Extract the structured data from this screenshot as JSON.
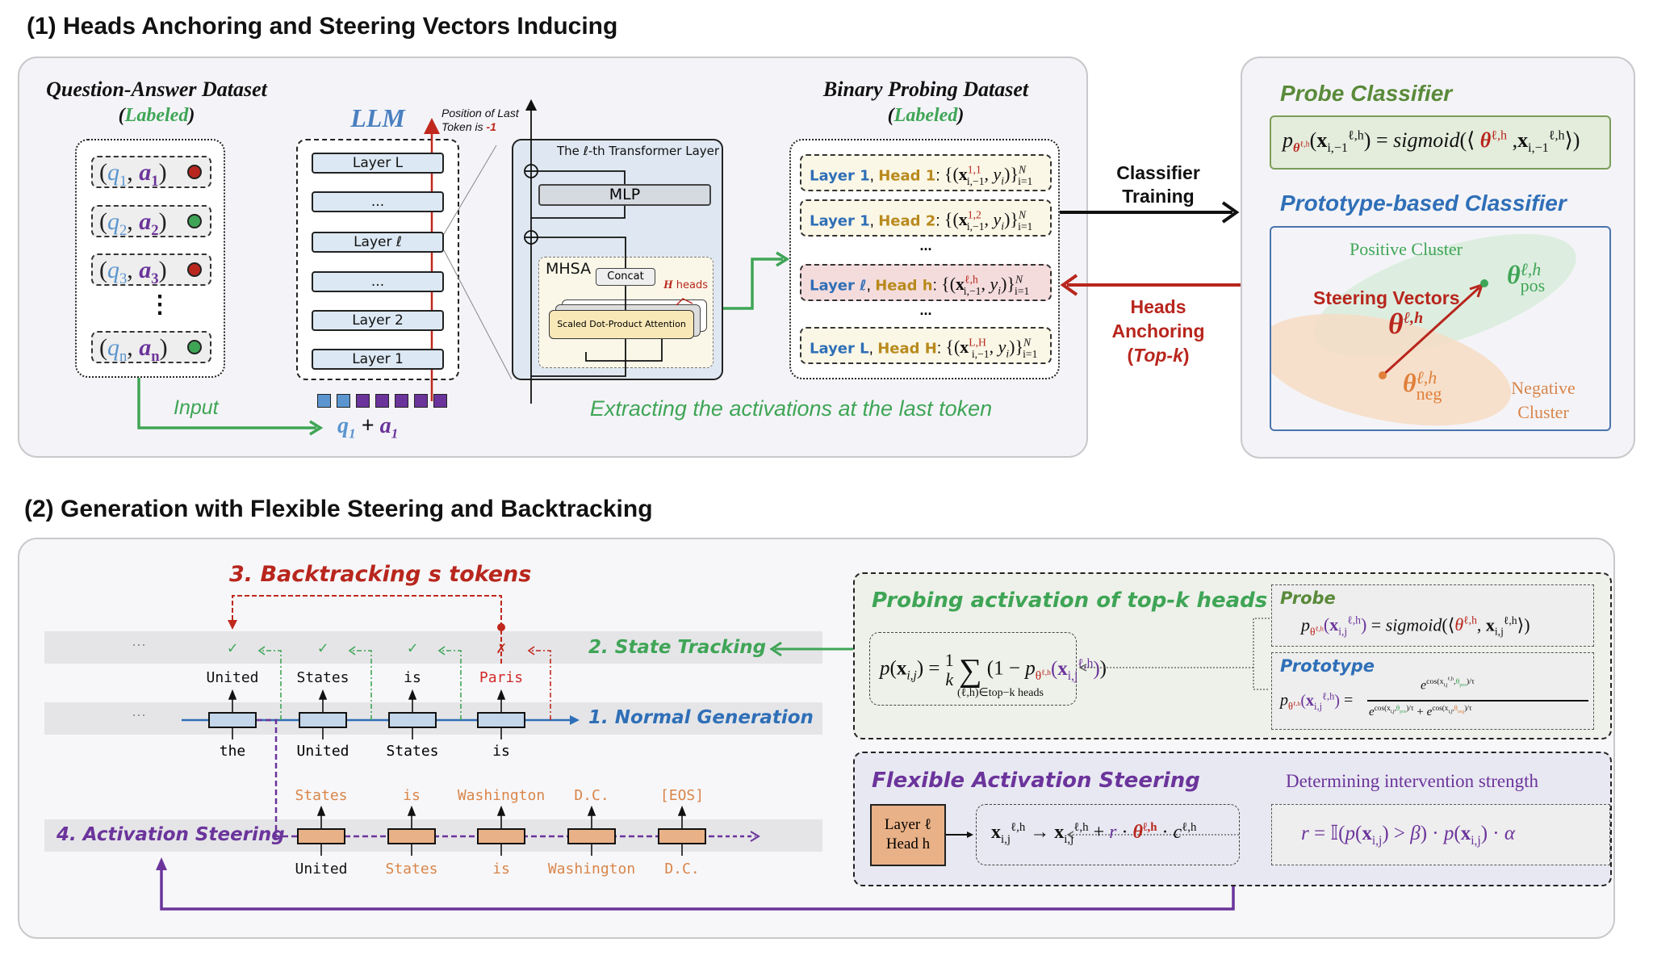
{
  "section1": {
    "title": "(1) Heads Anchoring and Steering Vectors Inducing",
    "qa_dataset": {
      "title": "Question-Answer Dataset",
      "labeled_open": "(",
      "labeled": "Labeled",
      "labeled_close": ")",
      "items": [
        {
          "q": "q",
          "qsub": "1",
          "a": "a",
          "asub": "1",
          "label": "incorrect",
          "dot_color": "#b8261d"
        },
        {
          "q": "q",
          "qsub": "2",
          "a": "a",
          "asub": "2",
          "label": "correct",
          "dot_color": "#3fa556"
        },
        {
          "q": "q",
          "qsub": "3",
          "a": "a",
          "asub": "3",
          "label": "incorrect",
          "dot_color": "#b8261d"
        },
        {
          "q": "q",
          "qsub": "n",
          "a": "a",
          "asub": "n",
          "label": "correct",
          "dot_color": "#3fa556"
        }
      ],
      "ellipsis": "⋮"
    },
    "input_label": "Input",
    "input_expr": {
      "q": "q",
      "qsub": "1",
      "plus": " + ",
      "a": "a",
      "asub": "1"
    },
    "llm": {
      "title": "LLM",
      "position_note_line1": "Position of Last",
      "position_note_line2": "Token is ",
      "position_value": "-1",
      "layers": [
        "Layer L",
        "...",
        "Layer ℓ",
        "...",
        "Layer 2",
        "Layer 1"
      ],
      "token_colors": [
        "#5b95cf",
        "#5b95cf",
        "#6b349b",
        "#6b349b",
        "#6b349b",
        "#6b349b",
        "#6b349b"
      ]
    },
    "transformer": {
      "title": "The ℓ-th Transformer Layer",
      "mlp": "MLP",
      "mhsa": "MHSA",
      "concat": "Concat",
      "heads_var": "H",
      "heads_label": " heads",
      "attention": "Scaled Dot-Product Attention"
    },
    "probing_dataset": {
      "title": "Binary Probing Dataset",
      "labeled": "Labeled",
      "items": [
        {
          "layer": "Layer 1",
          "head": "Head 1",
          "sup": "1,1",
          "highlight": false
        },
        {
          "layer": "Layer 1",
          "head": "Head 2",
          "sup": "1,2",
          "highlight": false
        },
        {
          "layer": "Layer ℓ",
          "head": "Head h",
          "sup": "ℓ,h",
          "highlight": true
        },
        {
          "layer": "Layer L",
          "head": "Head H",
          "sup": "L,H",
          "highlight": false
        }
      ],
      "ellipsis": "..."
    },
    "extracting_caption": "Extracting the activations at the last token",
    "classifier_training": [
      "Classifier",
      "Training"
    ],
    "heads_anchoring": [
      "Heads",
      "Anchoring",
      "(",
      "Top-k",
      ")"
    ]
  },
  "classifier_panel": {
    "probe_title": "Probe Classifier",
    "probe_formula": "p_θ(x) = sigmoid(⟨θ, x⟩)",
    "prototype_title": "Prototype-based Classifier",
    "positive_cluster": "Positive Cluster",
    "negative_cluster_line1": "Negative",
    "negative_cluster_line2": "Cluster",
    "steering_vectors": "Steering Vectors",
    "theta": "θ",
    "theta_sup": "ℓ,h",
    "pos": "pos",
    "neg": "neg"
  },
  "section2": {
    "title": "(2) Generation with Flexible Steering and Backtracking",
    "backtracking_label": "3. Backtracking s tokens",
    "state_tracking_label": "2. State Tracking",
    "normal_generation_label": "1. Normal Generation",
    "activation_steering_label": "4. Activation Steering",
    "ellipsis": "···",
    "state_marks": [
      "✓",
      "✓",
      "✓",
      "✗"
    ],
    "normal_outputs": [
      {
        "text": "United",
        "color": "#111111"
      },
      {
        "text": "States",
        "color": "#111111"
      },
      {
        "text": "is",
        "color": "#111111"
      },
      {
        "text": "Paris",
        "color": "#d22b2b"
      }
    ],
    "normal_inputs": [
      "the",
      "United",
      "States",
      "is"
    ],
    "steer_outputs": [
      "States",
      "is",
      "Washington",
      "D.C.",
      "[EOS]"
    ],
    "steer_inputs": [
      {
        "text": "United",
        "color": "#111111"
      },
      {
        "text": "States",
        "color": "#d9854a"
      },
      {
        "text": "is",
        "color": "#d9854a"
      },
      {
        "text": "Washington",
        "color": "#d9854a"
      },
      {
        "text": "D.C.",
        "color": "#d9854a"
      }
    ],
    "probing_box": {
      "title": "Probing activation of top-k heads",
      "aggregate_lhs": "p(x",
      "aggregate_sum_sub": "(ℓ,h)∈top−k heads",
      "probe_title": "Probe",
      "prototype_title": "Prototype"
    },
    "steering_box": {
      "title": "Flexible Activation Steering",
      "strength_title": "Determining intervention strength",
      "layer_label": "Layer ℓ",
      "head_label": "Head h"
    }
  },
  "colors": {
    "green": "#3fa556",
    "blue": "#2f6fb7",
    "red": "#b8261d",
    "purple": "#6b349b",
    "orange": "#d9854a",
    "gold": "#b88a1d"
  }
}
